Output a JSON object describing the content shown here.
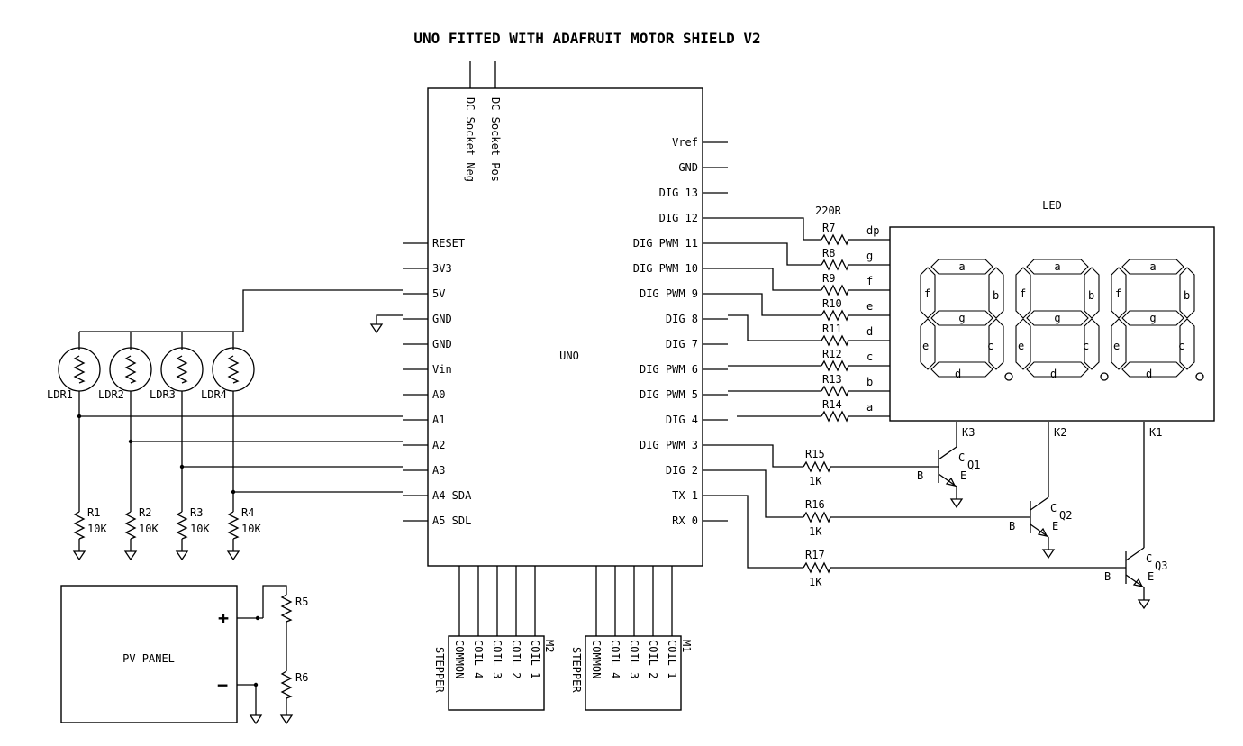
{
  "title": "UNO FITTED WITH ADAFRUIT MOTOR SHIELD V2",
  "uno": {
    "label": "UNO",
    "top_pins": [
      "DC Socket Neg",
      "DC Socket Pos"
    ],
    "left_pins": [
      "RESET",
      "3V3",
      "5V",
      "GND",
      "GND",
      "Vin",
      "A0",
      "A1",
      "A2",
      "A3",
      "A4  SDA",
      "A5  SDL"
    ],
    "right_pins": [
      "Vref",
      "GND",
      "DIG 13",
      "DIG 12",
      "DIG PWM 11",
      "DIG PWM 10",
      "DIG PWM 9",
      "DIG 8",
      "DIG 7",
      "DIG PWM 6",
      "DIG PWM 5",
      "DIG 4",
      "DIG PWM 3",
      "DIG 2",
      "TX 1",
      "RX 0"
    ]
  },
  "ldrs": [
    "LDR1",
    "LDR2",
    "LDR3",
    "LDR4"
  ],
  "pulldowns": [
    {
      "ref": "R1",
      "value": "10K"
    },
    {
      "ref": "R2",
      "value": "10K"
    },
    {
      "ref": "R3",
      "value": "10K"
    },
    {
      "ref": "R4",
      "value": "10K"
    }
  ],
  "segment_resistors": {
    "value_label": "220R",
    "items": [
      {
        "ref": "R7",
        "net": "dp"
      },
      {
        "ref": "R8",
        "net": "g"
      },
      {
        "ref": "R9",
        "net": "f"
      },
      {
        "ref": "R10",
        "net": "e"
      },
      {
        "ref": "R11",
        "net": "d"
      },
      {
        "ref": "R12",
        "net": "c"
      },
      {
        "ref": "R13",
        "net": "b"
      },
      {
        "ref": "R14",
        "net": "a"
      }
    ]
  },
  "led": {
    "label": "LED",
    "segments": {
      "a": "a",
      "b": "b",
      "c": "c",
      "d": "d",
      "e": "e",
      "f": "f",
      "g": "g"
    },
    "cathodes": [
      "K3",
      "K2",
      "K1"
    ]
  },
  "base_resistors": [
    {
      "ref": "R15",
      "value": "1K"
    },
    {
      "ref": "R16",
      "value": "1K"
    },
    {
      "ref": "R17",
      "value": "1K"
    }
  ],
  "transistors": [
    {
      "ref": "Q1",
      "b": "B",
      "c": "C",
      "e": "E"
    },
    {
      "ref": "Q2",
      "b": "B",
      "c": "C",
      "e": "E"
    },
    {
      "ref": "Q3",
      "b": "B",
      "c": "C",
      "e": "E"
    }
  ],
  "steppers": [
    {
      "ref": "M2",
      "type": "STEPPER",
      "pins": [
        "COMMON",
        "COIL 4",
        "COIL 3",
        "COIL 2",
        "COIL 1"
      ]
    },
    {
      "ref": "M1",
      "type": "STEPPER",
      "pins": [
        "COMMON",
        "COIL 4",
        "COIL 3",
        "COIL 2",
        "COIL 1"
      ]
    }
  ],
  "pv_panel": {
    "label": "PV PANEL",
    "plus": "+",
    "minus": "−"
  },
  "divider": [
    "R5",
    "R6"
  ]
}
